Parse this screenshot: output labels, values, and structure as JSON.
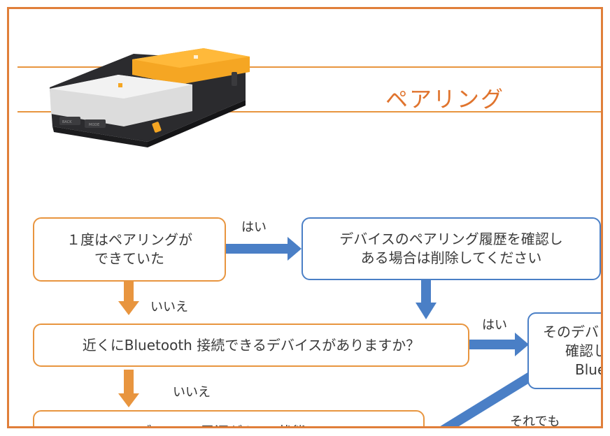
{
  "header": {
    "title": "ペアリング"
  },
  "flowchart": {
    "q1": {
      "line1": "１度はペアリングが",
      "line2": "できていた"
    },
    "action_history": {
      "line1": "デバイスのペアリング履歴を確認し",
      "line2": "ある場合は削除してください"
    },
    "q2": {
      "text": "近くにBluetooth 接続できるデバイスがありますか？"
    },
    "action_right": {
      "line1": "そのデバ",
      "line2": "確認し",
      "line3": "Blue"
    },
    "q3": {
      "text": "ブルーⅡの電源がONの状態で"
    },
    "labels": {
      "yes_1": "はい",
      "no_1": "いいえ",
      "yes_2": "はい",
      "no_2": "いいえ",
      "still": "それでも"
    }
  },
  "device": {
    "button_left_1": "BACK",
    "button_left_2": "MODE"
  },
  "colors": {
    "frame": "#e07f3a",
    "orange_accent": "#e8953f",
    "blue_accent": "#4a7fc6",
    "green_accent": "#5cb85c"
  }
}
